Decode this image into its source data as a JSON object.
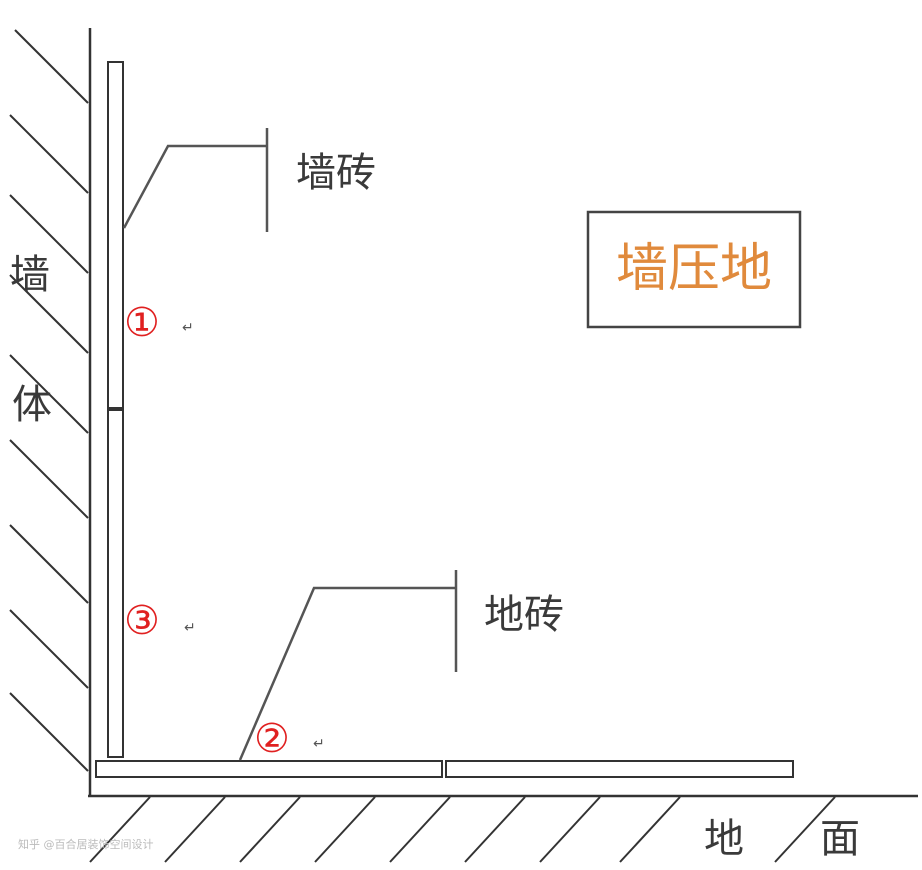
{
  "labels": {
    "wall_char_1": "墙",
    "wall_char_2": "体",
    "ground_char_1": "地",
    "ground_char_2": "面",
    "wall_tile": "墙砖",
    "floor_tile": "地砖",
    "title": "墙压地",
    "marker_1": "①",
    "marker_2": "②",
    "marker_3": "③",
    "return_mark": "↵",
    "watermark": "知乎 @百合居装饰空间设计"
  },
  "colors": {
    "line": "#333333",
    "tile_fill": "#ffffff",
    "text": "#3a3a3a",
    "marker": "#e02020",
    "title": "#e08a3c",
    "title_border": "#444444"
  }
}
